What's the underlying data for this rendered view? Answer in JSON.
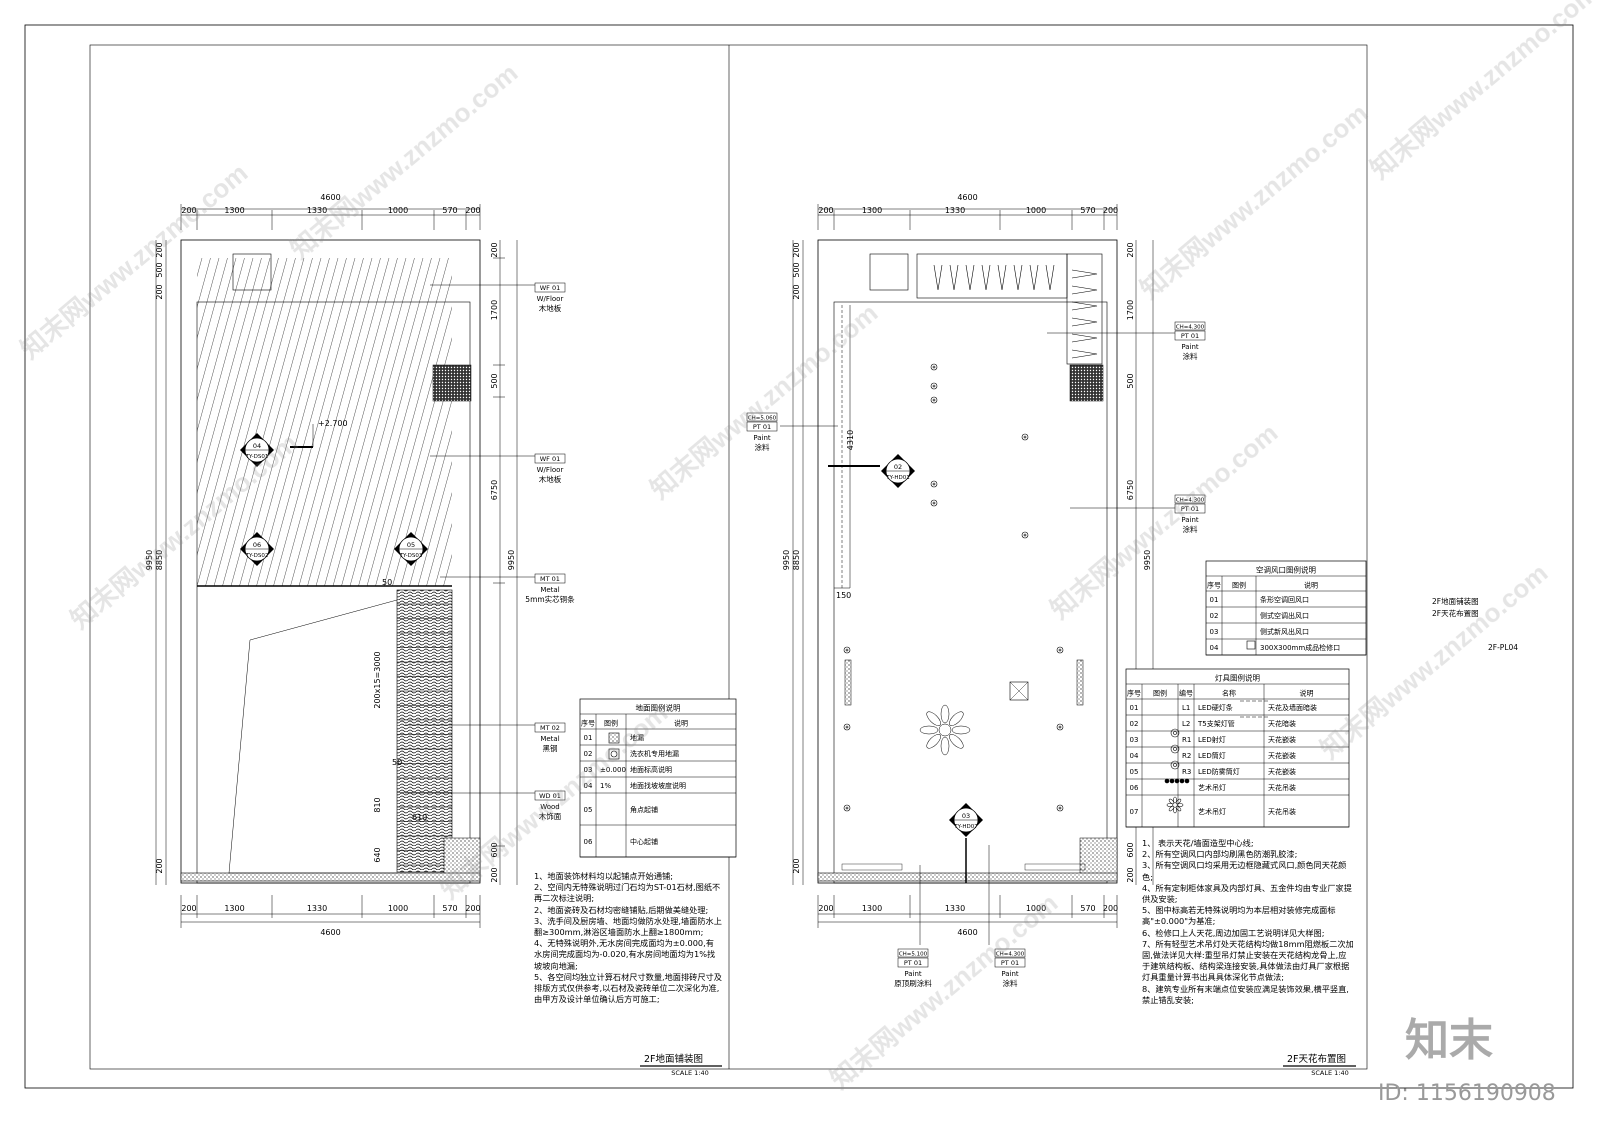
{
  "sheet": {
    "drawing_titles": [
      "2F地面铺装图",
      "2F天花布置图"
    ],
    "sheet_no": "2F-PL04"
  },
  "floor_plan": {
    "title": "2F地面铺装图",
    "scale": "SCALE 1:40",
    "dims_top": {
      "total": "4600",
      "segments": [
        "200",
        "1300",
        "1330",
        "1000",
        "570",
        "200"
      ]
    },
    "dims_bottom": {
      "total": "4600",
      "segments": [
        "200",
        "1300",
        "1330",
        "1000",
        "570",
        "200"
      ]
    },
    "dims_left": {
      "total": "9950",
      "sub": "8850",
      "segments": [
        "200",
        "500",
        "200",
        "200"
      ]
    },
    "dims_right": {
      "total": "9950",
      "segments": [
        "200",
        "1700",
        "500",
        "6750",
        "600",
        "200"
      ]
    },
    "dims_misc": {
      "tread": "200x15=3000",
      "a": "810",
      "b": "640",
      "c": "50",
      "d": "50",
      "e": "610"
    },
    "level": "+2.700",
    "callouts": [
      {
        "no": "04",
        "ref": "TY-DS01"
      },
      {
        "no": "06",
        "ref": "TY-DS02"
      },
      {
        "no": "05",
        "ref": "TY-DS03"
      }
    ],
    "tags": [
      {
        "code": "WF 01",
        "en": "W/Floor",
        "cn": "木地板"
      },
      {
        "code": "WF 01",
        "en": "W/Floor",
        "cn": "木地板"
      },
      {
        "code": "MT 01",
        "en": "Metal",
        "cn": "5mm实芯铜条"
      },
      {
        "code": "MT 02",
        "en": "Metal",
        "cn": "黑钢"
      },
      {
        "code": "WD 01",
        "en": "Wood",
        "cn": "木饰面"
      }
    ],
    "legend": {
      "title": "地面图例说明",
      "headers": [
        "序号",
        "图例",
        "说明"
      ],
      "rows": [
        {
          "no": "01",
          "desc": "地漏"
        },
        {
          "no": "02",
          "desc": "洗衣机专用地漏"
        },
        {
          "no": "03",
          "sym": "±0.000",
          "desc": "地面标高说明"
        },
        {
          "no": "04",
          "sym": "1%",
          "desc": "地面找坡坡度说明"
        },
        {
          "no": "05",
          "desc": "角点起铺"
        },
        {
          "no": "06",
          "desc": "中心起铺"
        }
      ]
    },
    "notes": "1、地面装饰材料均以起铺点开始通铺;\n2、空间内无特殊说明过门石均为ST-01石材,图纸不再二次标注说明;\n2、地面瓷砖及石材均密缝铺贴,后期做美缝处理;\n3、洗手间及厨房墙、地面均做防水处理,墙面防水上翻≥300mm,淋浴区墙面防水上翻≥1800mm;\n4、无特殊说明外,无水房间完成面均为±0.000,有水房间完成面均为-0.020,有水房间地面均为1%找坡坡向地漏;\n5、各空间均独立计算石材尺寸数量,地面排砖尺寸及排版方式仅供参考,以石材及瓷砖单位二次深化为准,由甲方及设计单位确认后方可施工;"
  },
  "ceiling_plan": {
    "title": "2F天花布置图",
    "scale": "SCALE 1:40",
    "dims_top": {
      "total": "4600",
      "segments": [
        "200",
        "1300",
        "1330",
        "1000",
        "570",
        "200"
      ]
    },
    "dims_bottom": {
      "total": "4600",
      "segments": [
        "200",
        "1300",
        "1330",
        "1000",
        "570",
        "200"
      ]
    },
    "dims_left": {
      "total": "9950",
      "sub": "8850",
      "segments": [
        "200",
        "500",
        "200",
        "200"
      ]
    },
    "dims_right": {
      "total": "9950",
      "segments": [
        "200",
        "1700",
        "500",
        "6750",
        "600",
        "200"
      ]
    },
    "dims_misc": {
      "h": "4310",
      "w": "150"
    },
    "callouts": [
      {
        "no": "02",
        "ref": "TY-HD01"
      },
      {
        "no": "03",
        "ref": "TY-HD07"
      }
    ],
    "tags": [
      {
        "ch": "CH=4.300",
        "code": "PT 01",
        "en": "Paint",
        "cn": "涂料"
      },
      {
        "ch": "CH=5.060",
        "code": "PT 01",
        "en": "Paint",
        "cn": "涂料"
      },
      {
        "ch": "CH=4.300",
        "code": "PT 01",
        "en": "Paint",
        "cn": "涂料"
      },
      {
        "ch": "CH=5.100",
        "code": "PT 01",
        "en": "Paint",
        "cn": "原顶刷涂料"
      },
      {
        "ch": "CH=4.300",
        "code": "PT 01",
        "en": "Paint",
        "cn": "涂料"
      }
    ],
    "ac_legend": {
      "title": "空调风口图例说明",
      "headers": [
        "序号",
        "图例",
        "说明"
      ],
      "rows": [
        {
          "no": "01",
          "desc": "条形空调回风口"
        },
        {
          "no": "02",
          "desc": "侧式空调出风口"
        },
        {
          "no": "03",
          "desc": "侧式新风出风口"
        },
        {
          "no": "04",
          "desc": "300X300mm成品检修口"
        }
      ]
    },
    "light_legend": {
      "title": "灯具图例说明",
      "headers": [
        "序号",
        "图例",
        "编号",
        "名称",
        "说明"
      ],
      "rows": [
        {
          "no": "01",
          "code": "L1",
          "name": "LED硬灯条",
          "desc": "天花及墙面暗装"
        },
        {
          "no": "02",
          "code": "L2",
          "name": "T5支架灯管",
          "desc": "天花暗装"
        },
        {
          "no": "03",
          "code": "R1",
          "name": "LED射灯",
          "desc": "天花嵌装"
        },
        {
          "no": "04",
          "code": "R2",
          "name": "LED筒灯",
          "desc": "天花嵌装"
        },
        {
          "no": "05",
          "code": "R3",
          "name": "LED防雾筒灯",
          "desc": "天花嵌装"
        },
        {
          "no": "06",
          "code": "",
          "name": "艺术吊灯",
          "desc": "天花吊装"
        },
        {
          "no": "07",
          "code": "",
          "name": "艺术吊灯",
          "desc": "天花吊装"
        }
      ]
    },
    "notes": "1、      表示天花/墙面造型中心线;\n2、所有空调风口内部均刷黑色防潮乳胶漆;\n3、所有空调风口均采用无边框隐藏式风口,颜色同天花颜色;\n4、所有定制柜体家具及内部灯具、五金件均由专业厂家提供及安装;\n5、图中标高若无特殊说明均为本层相对装修完成面标高\"±0.000\"为基准;\n6、检修口上人天花,周边加固工艺说明详见大样图;\n7、所有轻型艺术吊灯处天花结构均做18mm阻燃板二次加固,做法详见大样:重型吊灯禁止安装在天花结构龙骨上,应于建筑结构板、结构梁连接安装,具体做法由灯具厂家根据灯具重量计算书出具具体深化节点做法;\n8、建筑专业所有末端点位安装应满足装饰效果,横平竖直,禁止错乱安装;"
  },
  "watermark": {
    "site": "www.znzmo.com",
    "cn": "知末网",
    "logo": "知末",
    "id": "ID: 1156190908"
  }
}
